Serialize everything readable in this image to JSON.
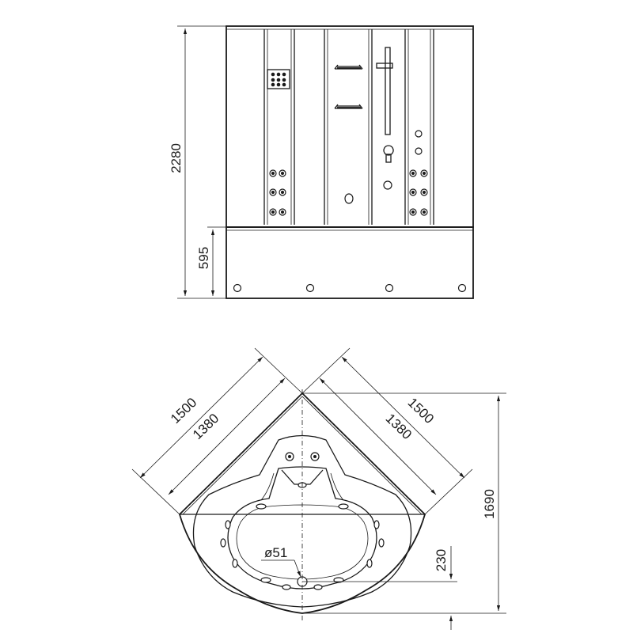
{
  "front_view": {
    "height_total": "2280",
    "height_base": "595"
  },
  "top_view": {
    "side_outer_left": "1500",
    "side_inner_left": "1380",
    "side_outer_right": "1500",
    "side_inner_right": "1380",
    "depth_total": "1690",
    "drain_offset": "230",
    "drain_diameter": "ø51"
  }
}
